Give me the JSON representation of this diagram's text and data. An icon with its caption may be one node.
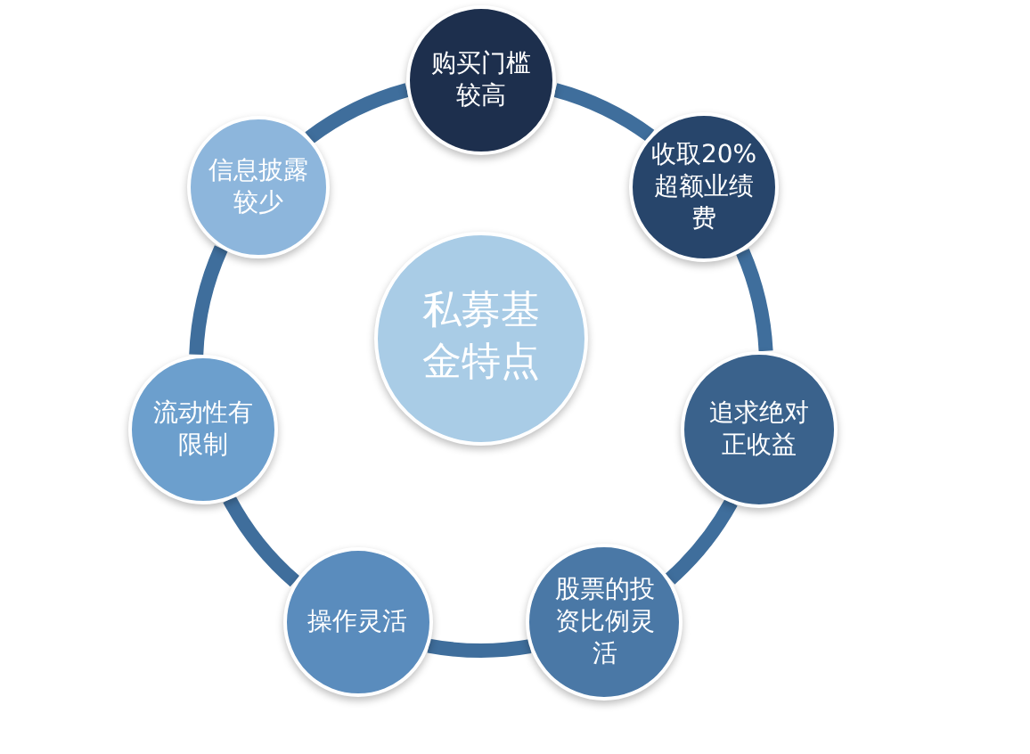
{
  "diagram": {
    "nodes": [
      {
        "text": [
          "私募基金特点"
        ]
      },
      {
        "text": [
          "购买门槛较高"
        ]
      },
      {
        "text": [
          "收取20%超额业绩费"
        ]
      },
      {
        "text": [
          "追求绝对正收益"
        ]
      },
      {
        "text": [
          "股票的投资比例灵活"
        ]
      },
      {
        "text": [
          "操作灵活"
        ]
      },
      {
        "text": [
          "流动性有限制"
        ]
      },
      {
        "text": [
          "信息披露较少"
        ]
      }
    ],
    "edges": [
      {
        "from": 1,
        "to": 2,
        "arrow": "none"
      },
      {
        "from": 2,
        "to": 3,
        "arrow": "none"
      },
      {
        "from": 3,
        "to": 4,
        "arrow": "none"
      },
      {
        "from": 4,
        "to": 5,
        "arrow": "none"
      },
      {
        "from": 5,
        "to": 6,
        "arrow": "none"
      },
      {
        "from": 6,
        "to": 7,
        "arrow": "none"
      },
      {
        "from": 7,
        "to": 1,
        "arrow": "none"
      }
    ]
  }
}
